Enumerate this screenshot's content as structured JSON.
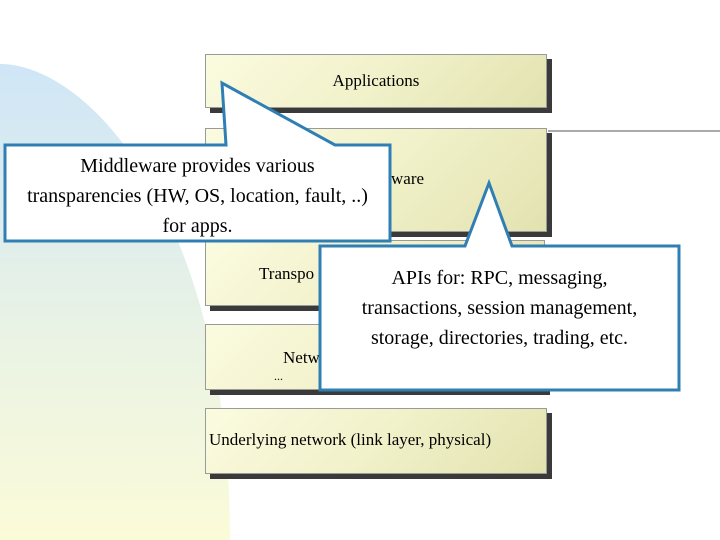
{
  "layers": {
    "applications": "Applications",
    "middleware_partial": "ware",
    "transport_partial": "Transpo",
    "network_partial": "Netw",
    "network_dots": "...",
    "underlying": "Underlying network (link layer, physical)"
  },
  "callouts": {
    "middleware": {
      "lines": [
        "Middleware provides various",
        "transparencies (HW, OS, location, fault, ..)",
        "for apps."
      ]
    },
    "apis": {
      "lines": [
        "APIs for: RPC, messaging,",
        "transactions, session management,",
        "storage, directories, trading, etc."
      ]
    }
  },
  "colors": {
    "callout_border": "#2f7fb5",
    "layer_fill": "#f4f4cc",
    "layer_shadow": "#3a3a3a",
    "bg_blue": "#cfe6f7",
    "bg_yellow": "#fbfbd8"
  }
}
